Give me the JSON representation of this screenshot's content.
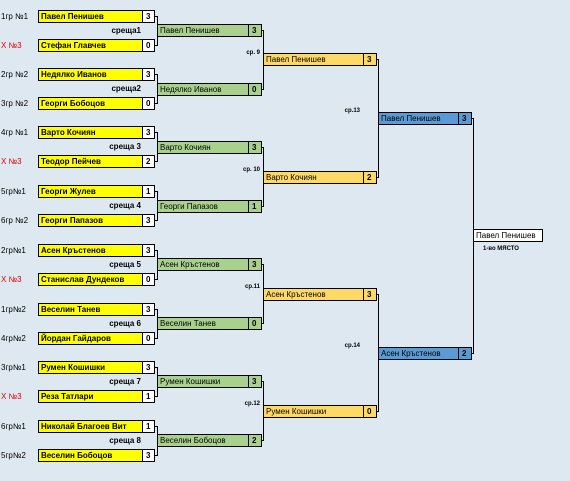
{
  "seeds": [
    "1гр №1",
    "Х №3",
    "2гр №2",
    "3гр №2",
    "4гр №1",
    "Х №3",
    "5гр№1",
    "6гр №2",
    "2гр№1",
    "Х №3",
    "1гр№2",
    "4гр№2",
    "3гр№1",
    "Х №3",
    "6гр№1",
    "5гр№2"
  ],
  "players": [
    {
      "name": "Павел Пенишев",
      "score": "3"
    },
    {
      "name": "Стефан Главчев",
      "score": "0"
    },
    {
      "name": "Недялко Иванов",
      "score": "3"
    },
    {
      "name": "Георги Бобоцов",
      "score": "0"
    },
    {
      "name": "Варто Кочиян",
      "score": "3"
    },
    {
      "name": "Теодор Пейчев",
      "score": "2"
    },
    {
      "name": "Георги Жулев",
      "score": "1"
    },
    {
      "name": "Георги Папазов",
      "score": "3"
    },
    {
      "name": "Асен Кръстенов",
      "score": "3"
    },
    {
      "name": "Станислав Дундеков",
      "score": "0"
    },
    {
      "name": "Веселин Танев",
      "score": "3"
    },
    {
      "name": "Йордан Гайдаров",
      "score": "0"
    },
    {
      "name": "Румен Кошишки",
      "score": "3"
    },
    {
      "name": "Реза Татлари",
      "score": "1"
    },
    {
      "name": "Николай Благоев Вит",
      "score": "1"
    },
    {
      "name": "Веселин Бобоцов",
      "score": "3"
    }
  ],
  "r1_meetings": [
    {
      "label": "среща1"
    },
    {
      "label": "среща2"
    },
    {
      "label": "среща 3"
    },
    {
      "label": "среща 4"
    },
    {
      "label": "среща 5"
    },
    {
      "label": "среща 6"
    },
    {
      "label": "среща 7"
    },
    {
      "label": "среща 8"
    }
  ],
  "r2_players": [
    {
      "name": "Павел Пенишев",
      "score": "3"
    },
    {
      "name": "Недялко Иванов",
      "score": "0"
    },
    {
      "name": "Варто Кочиян",
      "score": "3"
    },
    {
      "name": "Георги Папазов",
      "score": "1"
    },
    {
      "name": "Асен Кръстенов",
      "score": "3"
    },
    {
      "name": "Веселин Танев",
      "score": "0"
    },
    {
      "name": "Румен Кошишки",
      "score": "3"
    },
    {
      "name": "Веселин Бобоцов",
      "score": "2"
    }
  ],
  "r2_meetings": [
    "ср. 9",
    "ср. 10",
    "ср.11",
    "ср.12"
  ],
  "r3_players": [
    {
      "name": "Павел Пенишев",
      "score": "3"
    },
    {
      "name": "Варто Кочиян",
      "score": "2"
    },
    {
      "name": "Асен Кръстенов",
      "score": "3"
    },
    {
      "name": "Румен Кошишки",
      "score": "0"
    }
  ],
  "r3_meetings": [
    "ср.13",
    "ср.14"
  ],
  "r4_players": [
    {
      "name": "Павел Пенишев",
      "score": "3"
    },
    {
      "name": "Асен Кръстенов",
      "score": "2"
    }
  ],
  "winner": {
    "name": "Павел Пенишев",
    "label": "1-во МЯСТО"
  }
}
